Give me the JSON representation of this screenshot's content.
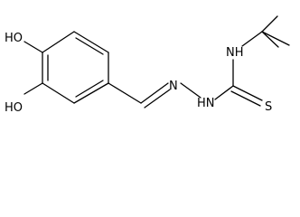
{
  "molecule": {
    "atoms": {
      "oh_top": "HO",
      "oh_bottom": "HO",
      "nh": "NH",
      "n": "N",
      "hn": "HN",
      "s": "S"
    },
    "colors": {
      "bond": "#000000",
      "text": "#000000",
      "background": "#ffffff"
    }
  }
}
